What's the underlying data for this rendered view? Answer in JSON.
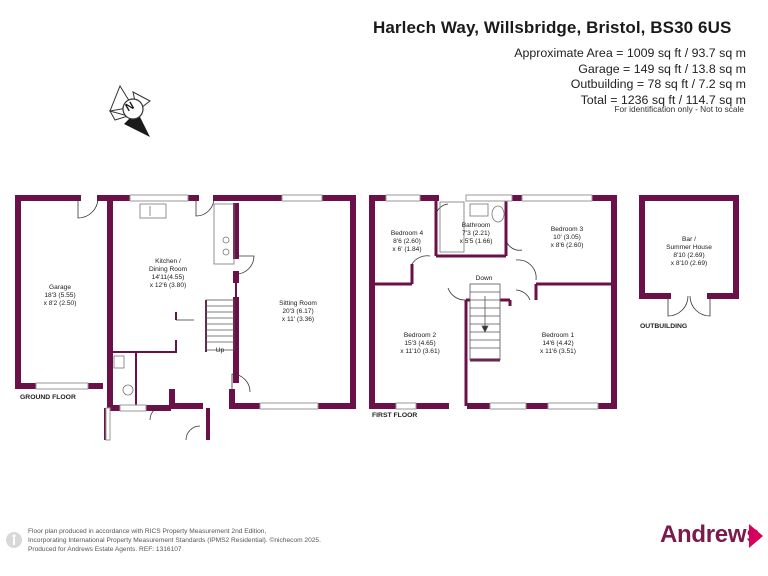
{
  "header": {
    "address": "Harlech Way, Willsbridge, Bristol, BS30 6US",
    "areas": [
      "Approximate Area = 1009 sq ft / 93.7 sq m",
      "Garage = 149 sq ft / 13.8 sq m",
      "Outbuilding = 78 sq ft / 7.2 sq m",
      "Total = 1236 sq ft / 114.7 sq m"
    ],
    "identification": "For identification only - Not to scale"
  },
  "compass": {
    "letter": "N"
  },
  "floors": {
    "ground": "GROUND FLOOR",
    "first": "FIRST FLOOR",
    "outbuilding": "OUTBUILDING"
  },
  "rooms": {
    "garage": {
      "name": "Garage",
      "dim1": "18'3 (5.55)",
      "dim2": "x 8'2 (2.50)"
    },
    "kitchen": {
      "name1": "Kitchen /",
      "name2": "Dining Room",
      "dim1": "14'11(4.55)",
      "dim2": "x 12'6 (3.80)"
    },
    "sitting": {
      "name": "Sitting Room",
      "dim1": "20'3 (6.17)",
      "dim2": "x 11' (3.36)"
    },
    "bedroom4": {
      "name": "Bedroom 4",
      "dim1": "8'6 (2.60)",
      "dim2": "x 6' (1.84)"
    },
    "bathroom": {
      "name": "Bathroom",
      "dim1": "7'3 (2.21)",
      "dim2": "x 5'5 (1.66)"
    },
    "bedroom3": {
      "name": "Bedroom 3",
      "dim1": "10' (3.05)",
      "dim2": "x 8'6 (2.60)"
    },
    "bedroom2": {
      "name": "Bedroom 2",
      "dim1": "15'3 (4.65)",
      "dim2": "x 11'10 (3.61)"
    },
    "bedroom1": {
      "name": "Bedroom 1",
      "dim1": "14'6 (4.42)",
      "dim2": "x 11'6 (3.51)"
    },
    "bar": {
      "name1": "Bar /",
      "name2": "Summer House",
      "dim1": "8'10 (2.69)",
      "dim2": "x 8'10 (2.69)"
    }
  },
  "stairs": {
    "up": "Up",
    "down": "Down"
  },
  "footer": {
    "lines": [
      "Floor plan produced in accordance with RICS Property Measurement 2nd Edition,",
      "Incorporating International Property Measurement Standards (IPMS2 Residential).  ©nichecom 2025.",
      "Produced for Andrews Estate Agents.  REF: 1316107"
    ]
  },
  "brand": {
    "name": "Andrews"
  },
  "colors": {
    "wall": "#6b1048",
    "accent": "#d6005c",
    "window": "#9a9a9a"
  }
}
